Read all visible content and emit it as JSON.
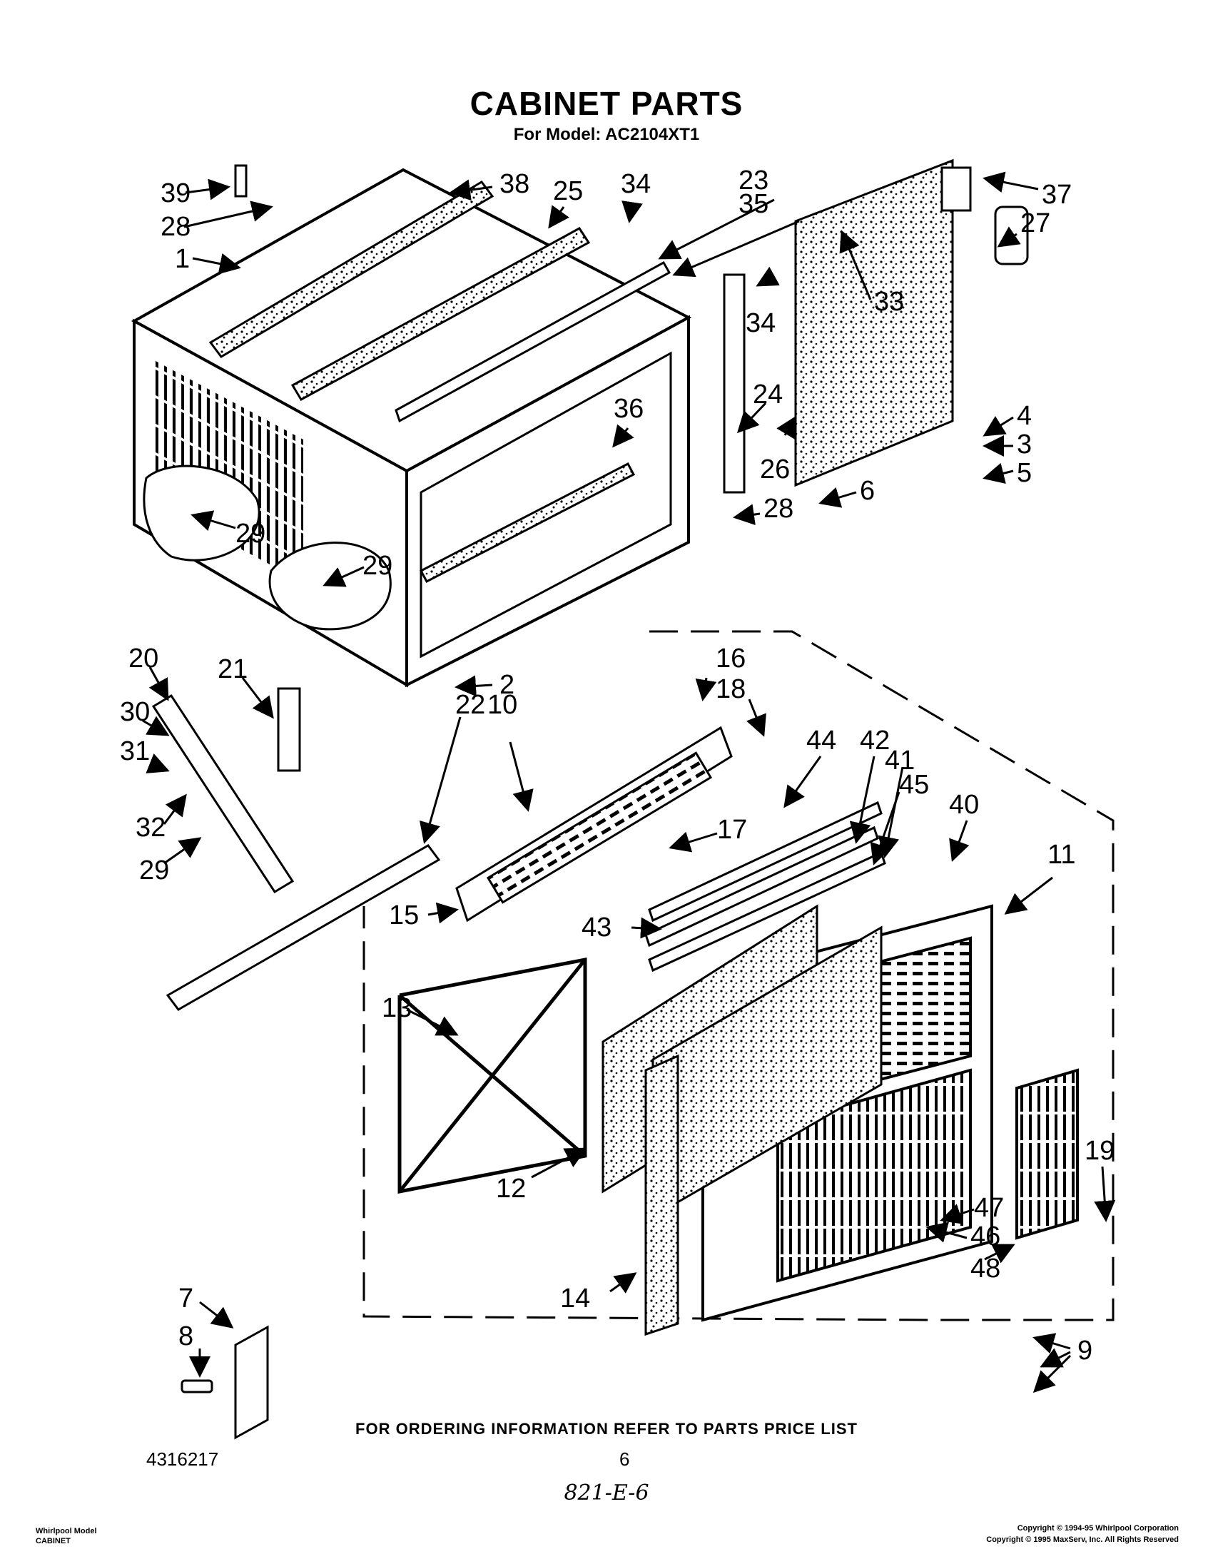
{
  "header": {
    "title": "CABINET PARTS",
    "subtitle": "For Model: AC2104XT1"
  },
  "callouts": [
    "39",
    "28",
    "1",
    "38",
    "25",
    "34",
    "23",
    "35",
    "37",
    "27",
    "33",
    "34",
    "24",
    "26",
    "4",
    "3",
    "5",
    "6",
    "28",
    "36",
    "29",
    "29",
    "2",
    "20",
    "21",
    "30",
    "31",
    "32",
    "29",
    "22",
    "10",
    "16",
    "18",
    "44",
    "42",
    "41",
    "45",
    "40",
    "11",
    "17",
    "15",
    "43",
    "13",
    "12",
    "14",
    "19",
    "47",
    "46",
    "48",
    "7",
    "8",
    "9"
  ],
  "footer": {
    "order_note": "FOR ORDERING INFORMATION REFER TO PARTS PRICE LIST",
    "part_number": "4316217",
    "page_number": "6",
    "handwritten_code": "821-E-6",
    "brand_line": "Whirlpool Model",
    "section_line": "CABINET",
    "copyright_1": "Copyright © 1994-95 Whirlpool Corporation",
    "copyright_2": "Copyright © 1995 MaxServ, Inc.  All Rights Reserved"
  }
}
